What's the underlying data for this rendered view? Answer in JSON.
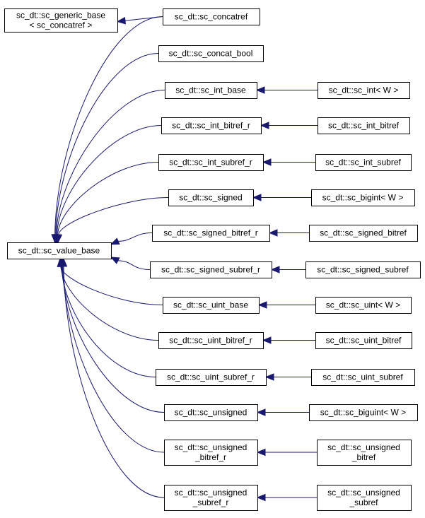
{
  "diagram": {
    "type": "inheritance-graph",
    "colors": {
      "edge": "#191970",
      "node_border": "#000000",
      "node_fill": "#ffffff"
    },
    "nodes": [
      {
        "id": "generic_base",
        "lines": [
          "sc_dt::sc_generic_base",
          "< sc_concatref >"
        ]
      },
      {
        "id": "concatref",
        "lines": [
          "sc_dt::sc_concatref"
        ]
      },
      {
        "id": "concat_bool",
        "lines": [
          "sc_dt::sc_concat_bool"
        ]
      },
      {
        "id": "int_base",
        "lines": [
          "sc_dt::sc_int_base"
        ]
      },
      {
        "id": "int_w",
        "lines": [
          "sc_dt::sc_int< W >"
        ]
      },
      {
        "id": "int_bitref_r",
        "lines": [
          "sc_dt::sc_int_bitref_r"
        ]
      },
      {
        "id": "int_bitref",
        "lines": [
          "sc_dt::sc_int_bitref"
        ]
      },
      {
        "id": "int_subref_r",
        "lines": [
          "sc_dt::sc_int_subref_r"
        ]
      },
      {
        "id": "int_subref",
        "lines": [
          "sc_dt::sc_int_subref"
        ]
      },
      {
        "id": "signed",
        "lines": [
          "sc_dt::sc_signed"
        ]
      },
      {
        "id": "bigint_w",
        "lines": [
          "sc_dt::sc_bigint< W >"
        ]
      },
      {
        "id": "value_base",
        "lines": [
          "sc_dt::sc_value_base"
        ]
      },
      {
        "id": "signed_bitref_r",
        "lines": [
          "sc_dt::sc_signed_bitref_r"
        ]
      },
      {
        "id": "signed_bitref",
        "lines": [
          "sc_dt::sc_signed_bitref"
        ]
      },
      {
        "id": "signed_subref_r",
        "lines": [
          "sc_dt::sc_signed_subref_r"
        ]
      },
      {
        "id": "signed_subref",
        "lines": [
          "sc_dt::sc_signed_subref"
        ]
      },
      {
        "id": "uint_base",
        "lines": [
          "sc_dt::sc_uint_base"
        ]
      },
      {
        "id": "uint_w",
        "lines": [
          "sc_dt::sc_uint< W >"
        ]
      },
      {
        "id": "uint_bitref_r",
        "lines": [
          "sc_dt::sc_uint_bitref_r"
        ]
      },
      {
        "id": "uint_bitref",
        "lines": [
          "sc_dt::sc_uint_bitref"
        ]
      },
      {
        "id": "uint_subref_r",
        "lines": [
          "sc_dt::sc_uint_subref_r"
        ]
      },
      {
        "id": "uint_subref",
        "lines": [
          "sc_dt::sc_uint_subref"
        ]
      },
      {
        "id": "unsigned",
        "lines": [
          "sc_dt::sc_unsigned"
        ]
      },
      {
        "id": "biguint_w",
        "lines": [
          "sc_dt::sc_biguint< W >"
        ]
      },
      {
        "id": "unsigned_bitref_r",
        "lines": [
          "sc_dt::sc_unsigned",
          "_bitref_r"
        ]
      },
      {
        "id": "unsigned_bitref",
        "lines": [
          "sc_dt::sc_unsigned",
          "_bitref"
        ]
      },
      {
        "id": "unsigned_subref_r",
        "lines": [
          "sc_dt::sc_unsigned",
          "_subref_r"
        ]
      },
      {
        "id": "unsigned_subref",
        "lines": [
          "sc_dt::sc_unsigned",
          "_subref"
        ]
      }
    ],
    "edges": [
      {
        "from": "concatref",
        "to": "generic_base"
      },
      {
        "from": "concatref",
        "to": "value_base"
      },
      {
        "from": "concat_bool",
        "to": "value_base"
      },
      {
        "from": "int_base",
        "to": "value_base"
      },
      {
        "from": "int_bitref_r",
        "to": "value_base"
      },
      {
        "from": "int_subref_r",
        "to": "value_base"
      },
      {
        "from": "signed",
        "to": "value_base"
      },
      {
        "from": "signed_bitref_r",
        "to": "value_base"
      },
      {
        "from": "signed_subref_r",
        "to": "value_base"
      },
      {
        "from": "uint_base",
        "to": "value_base"
      },
      {
        "from": "uint_bitref_r",
        "to": "value_base"
      },
      {
        "from": "uint_subref_r",
        "to": "value_base"
      },
      {
        "from": "unsigned",
        "to": "value_base"
      },
      {
        "from": "unsigned_bitref_r",
        "to": "value_base"
      },
      {
        "from": "unsigned_subref_r",
        "to": "value_base"
      },
      {
        "from": "int_w",
        "to": "int_base"
      },
      {
        "from": "int_bitref",
        "to": "int_bitref_r"
      },
      {
        "from": "int_subref",
        "to": "int_subref_r"
      },
      {
        "from": "bigint_w",
        "to": "signed"
      },
      {
        "from": "signed_bitref",
        "to": "signed_bitref_r"
      },
      {
        "from": "signed_subref",
        "to": "signed_subref_r"
      },
      {
        "from": "uint_w",
        "to": "uint_base"
      },
      {
        "from": "uint_bitref",
        "to": "uint_bitref_r"
      },
      {
        "from": "uint_subref",
        "to": "uint_subref_r"
      },
      {
        "from": "biguint_w",
        "to": "unsigned"
      },
      {
        "from": "unsigned_bitref",
        "to": "unsigned_bitref_r"
      },
      {
        "from": "unsigned_subref",
        "to": "unsigned_subref_r"
      }
    ]
  }
}
